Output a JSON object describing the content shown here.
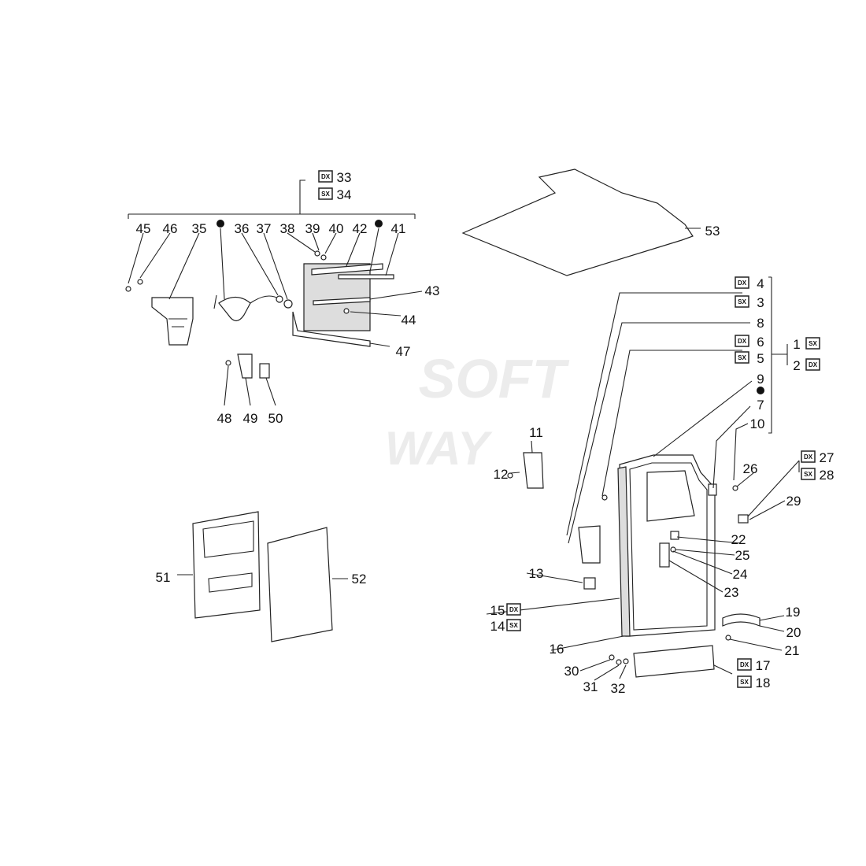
{
  "watermark": {
    "line1": "SOFT",
    "line2": "WAY"
  },
  "side_tags": {
    "dx": "DX",
    "sx": "SX"
  },
  "callouts": [
    "33",
    "34",
    "45",
    "46",
    "35",
    "36",
    "37",
    "38",
    "39",
    "40",
    "42",
    "41",
    "43",
    "44",
    "47",
    "48",
    "49",
    "50",
    "53",
    "4",
    "3",
    "8",
    "6",
    "5",
    "1",
    "2",
    "9",
    "7",
    "10",
    "11",
    "12",
    "27",
    "28",
    "26",
    "29",
    "22",
    "25",
    "24",
    "23",
    "13",
    "15",
    "14",
    "19",
    "20",
    "21",
    "16",
    "17",
    "18",
    "30",
    "31",
    "32",
    "51",
    "52"
  ]
}
